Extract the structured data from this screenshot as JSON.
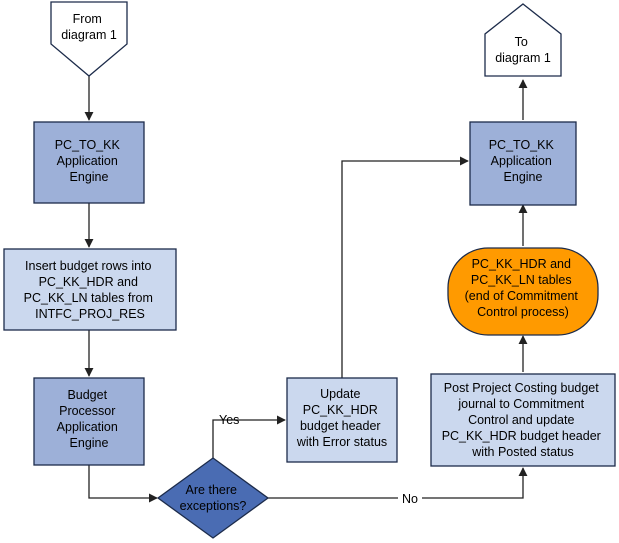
{
  "colors": {
    "box_fill": "#9db0d8",
    "box_light_fill": "#cbd8ee",
    "box_stroke": "#1c2b4a",
    "decision_fill": "#4a6cb3",
    "terminal_fill": "#ff9a00",
    "connector_fill": "#ffffff",
    "line": "#222222"
  },
  "nodes": {
    "from_diagram": [
      "From",
      "diagram 1"
    ],
    "to_diagram": [
      "To",
      "diagram 1"
    ],
    "pc_to_kk_left": [
      "PC_TO_KK",
      "Application",
      "Engine"
    ],
    "insert_rows": [
      "Insert budget rows into",
      "PC_KK_HDR and",
      "PC_KK_LN tables from",
      "INTFC_PROJ_RES"
    ],
    "budget_processor": [
      "Budget",
      "Processor",
      "Application",
      "Engine"
    ],
    "decision": [
      "Are there",
      "exceptions?"
    ],
    "update_error": [
      "Update",
      "PC_KK_HDR",
      "budget header",
      "with Error status"
    ],
    "pc_to_kk_right": [
      "PC_TO_KK",
      "Application",
      "Engine"
    ],
    "kk_tables": [
      "PC_KK_HDR and",
      "PC_KK_LN tables",
      "(end of Commitment",
      "Control process)"
    ],
    "post_journal": [
      "Post Project Costing budget",
      "journal to Commitment",
      "Control and update",
      "PC_KK_HDR budget header",
      "with Posted status"
    ]
  },
  "edges": {
    "yes_label": "Yes",
    "no_label": "No"
  }
}
